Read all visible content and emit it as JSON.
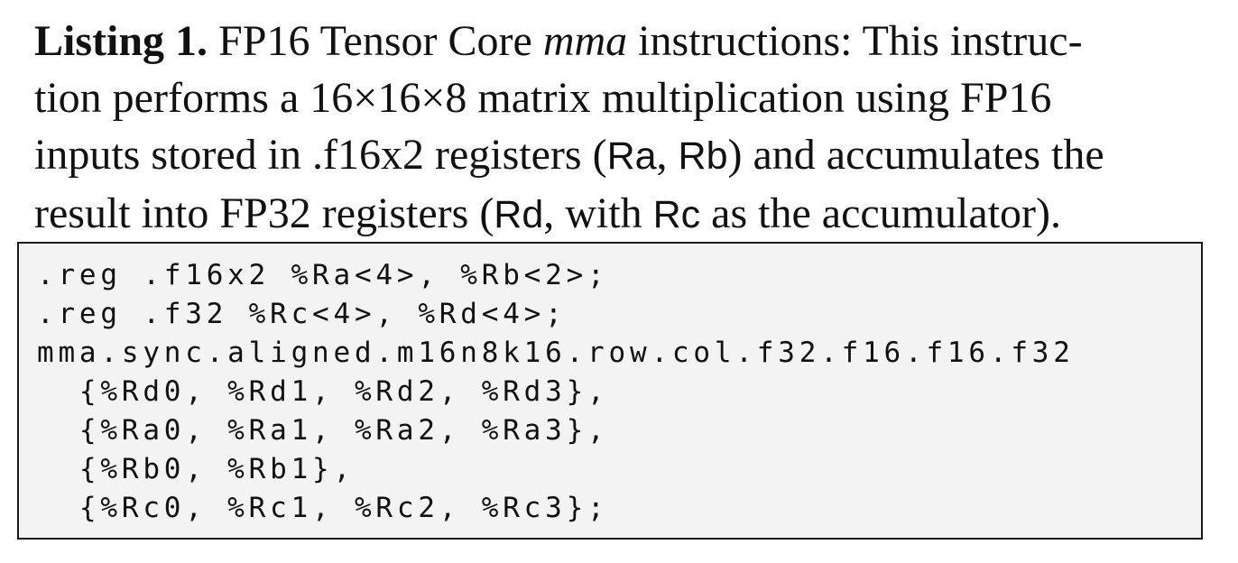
{
  "caption": {
    "label": "Listing 1.",
    "text_1": " FP16 Tensor Core ",
    "emphasis": "mma",
    "text_2": " instructions: This instruc-",
    "text_3": "tion performs a 16×16×8 matrix multiplication using FP16",
    "text_4": "inputs stored in .f16x2 registers (",
    "reg_ra": "Ra",
    "text_5": ", ",
    "reg_rb": "Rb",
    "text_6": ") and accumulates the",
    "text_7": "result into FP32 registers (",
    "reg_rd": "Rd",
    "text_8": ", with ",
    "reg_rc": "Rc",
    "text_9": " as the accumulator)."
  },
  "code_lines": [
    ".reg .f16x2 %Ra<4>, %Rb<2>;",
    ".reg .f32 %Rc<4>, %Rd<4>;",
    "mma.sync.aligned.m16n8k16.row.col.f32.f16.f16.f32",
    "  {%Rd0, %Rd1, %Rd2, %Rd3},",
    "  {%Ra0, %Ra1, %Ra2, %Ra3},",
    "  {%Rb0, %Rb1},",
    "  {%Rc0, %Rc1, %Rc2, %Rc3};"
  ]
}
